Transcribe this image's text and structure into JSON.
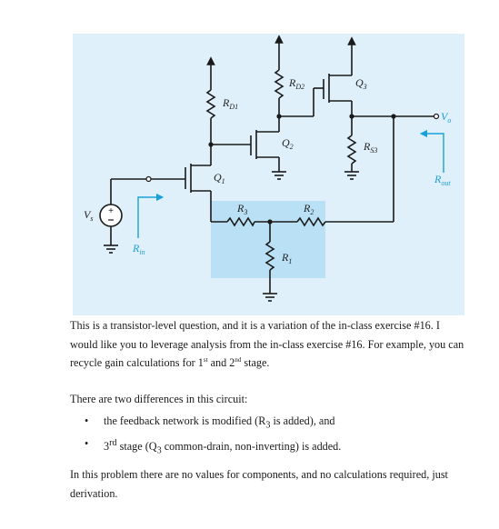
{
  "diagram": {
    "labels": {
      "rd1": {
        "main": "R",
        "sub": "D1"
      },
      "rd2": {
        "main": "R",
        "sub": "D2"
      },
      "rs3": {
        "main": "R",
        "sub": "S3"
      },
      "r3": {
        "main": "R",
        "sub": "3"
      },
      "r2": {
        "main": "R",
        "sub": "2"
      },
      "r1": {
        "main": "R",
        "sub": "1"
      },
      "q1": {
        "main": "Q",
        "sub": "1"
      },
      "q2": {
        "main": "Q",
        "sub": "2"
      },
      "q3": {
        "main": "Q",
        "sub": "3"
      },
      "vs": {
        "main": "V",
        "sub": "s"
      },
      "vo": {
        "main": "V",
        "sub": "o"
      },
      "rin": {
        "main": "R",
        "sub": "in"
      },
      "rout": {
        "main": "R",
        "sub": "out"
      }
    },
    "colors": {
      "background": "#dff0fb",
      "feedback_box": "#b9e0f5",
      "wire": "#1a1a1a",
      "annotation": "#1aa0d8"
    }
  },
  "text": {
    "para1_a": "This is a transistor-level question, and it is a variation of the in-class exercise #16. I would like you to leverage analysis from the in-class exercise #16. For example, you can recycle gain calculations for 1",
    "para1_sup1": "st",
    "para1_mid": " and 2",
    "para1_sup2": "nd",
    "para1_end": " stage.",
    "para2": "There are two differences in this circuit:",
    "bullet1_a": "the feedback network is modified (R",
    "bullet1_sub": "3",
    "bullet1_b": " is added), and",
    "bullet2_a": "3",
    "bullet2_sup": "rd",
    "bullet2_b": " stage (Q",
    "bullet2_sub": "3",
    "bullet2_c": " common-drain, non-inverting) is added.",
    "para3": "In this problem there are no values for components, and no calculations required, just derivation."
  }
}
